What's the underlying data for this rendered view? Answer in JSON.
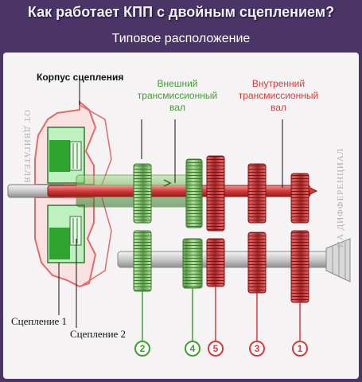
{
  "title": "Как работает КПП с двойным сцеплением?",
  "subtitle": "Типовое расположение",
  "labels": {
    "clutch_housing": "Корпус сцепления",
    "outer_shaft": "Внешний трансмиссионный вал",
    "inner_shaft": "Внутренний трансмиссионный вал",
    "clutch_1": "Сцепление 1",
    "clutch_2": "Сцепление 2",
    "from_engine": "ОТ ДВИГАТЕЛЯ",
    "to_differential": "НА ДИФФЕРЕНЦИАЛ"
  },
  "gears": [
    {
      "number": "2",
      "group": "outer"
    },
    {
      "number": "4",
      "group": "outer"
    },
    {
      "number": "5",
      "group": "inner"
    },
    {
      "number": "3",
      "group": "inner"
    },
    {
      "number": "1",
      "group": "inner"
    }
  ],
  "colors": {
    "background": "#4a3566",
    "panel": "#f6f3f4",
    "outer_shaft_green": "#3fa030",
    "inner_shaft_red": "#d83a3a",
    "gray_shaft": "#cfcfcf"
  }
}
